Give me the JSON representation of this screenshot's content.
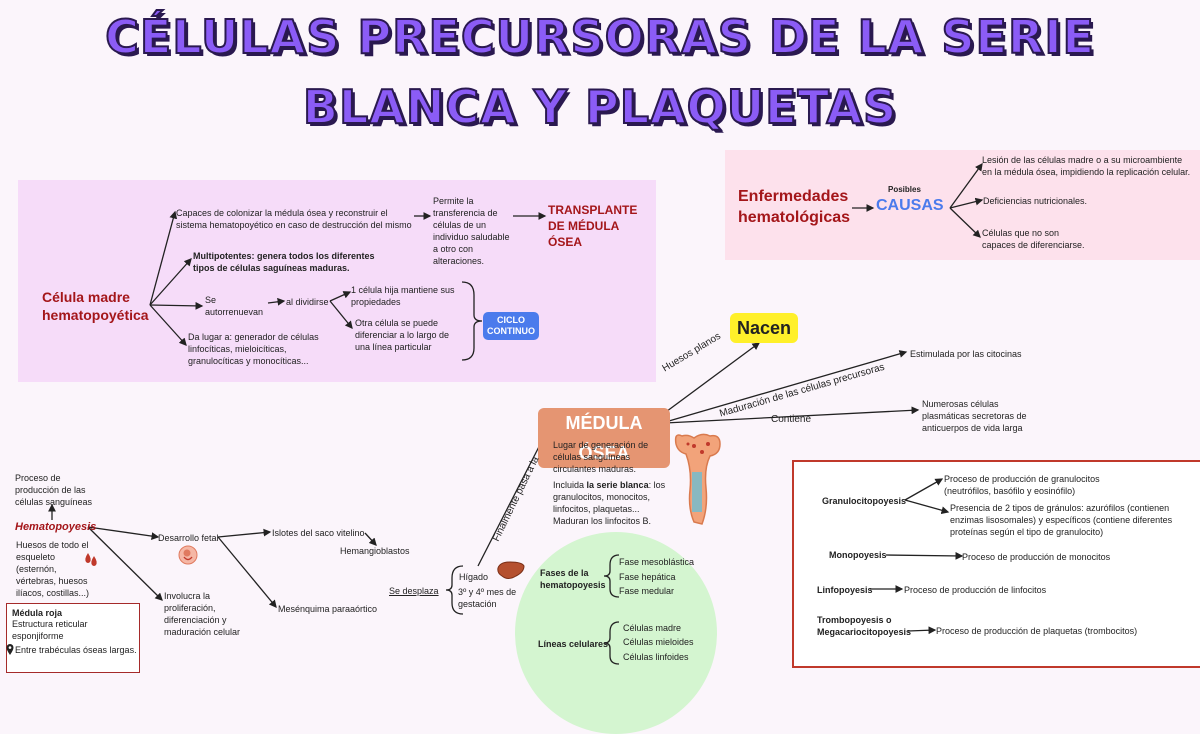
{
  "title": {
    "line1": "CÉLULAS PRECURSORAS DE LA SERIE",
    "line2": "BLANCA Y PLAQUETAS"
  },
  "stem_cell": {
    "label": "Célula madre hematopoyética",
    "colonize": "Capaces de colonizar la médula ósea y reconstruir el sistema hematopoyético en caso de destrucción del mismo",
    "transfer": "Permite la transferencia de células de un individuo saludable a otro con alteraciones.",
    "transplant": "TRANSPLANTE DE MÉDULA ÓSEA",
    "multipotent": "Multipotentes: genera todos los diferentes tipos de células saguíneas maduras.",
    "self_renew": "Se autorrenuevan",
    "on_divide": "al dividirse",
    "daughter_1": "1 célula hija mantiene sus propiedades",
    "daughter_2": "Otra célula se puede diferenciar a lo largo de una línea particular",
    "cycle": "CICLO CONTINUO",
    "gives_rise": "Da lugar a: generador de células linfocíticas, mieloicíticas, granulocíticas y monocíticas..."
  },
  "diseases": {
    "label": "Enfermedades hematológicas",
    "possible": "Posibles",
    "causes": "CAUSAS",
    "cause_1": "Lesión de las células madre o a su microambiente en la médula ósea, impidiendo la replicación celular.",
    "cause_2": "Deficiencias nutricionales.",
    "cause_3": "Células que no son capaces de diferenciarse."
  },
  "marrow": {
    "nacen": "Nacen",
    "flat_bones": "Huesos planos",
    "label": "MÉDULA ÓSEA",
    "maturation": "Maduración de las células precursoras",
    "stimulated": "Estimulada por las citocinas",
    "contains": "Contiene",
    "plasma": "Numerosas células plasmáticas secretoras de anticuerpos de vida larga",
    "finally": "Finalmente pasa a la",
    "desc_1": "Lugar de generación de células sanguíneas circulantes maduras.",
    "desc_2_pre": "Incluida ",
    "desc_2_bold": "la serie blanca",
    "desc_2_post": ": los granulocitos, monocitos, linfocitos, plaquetas...",
    "desc_3": "Maduran los linfocitos B."
  },
  "hematopoiesis": {
    "process": "Proceso de producción de las células sanguíneas",
    "label": "Hematopoyesis",
    "bones": "Huesos de todo el esqueleto (esternón, vértebras, huesos ilíacos, costillas...)",
    "red_marrow_title": "Médula roja",
    "red_marrow_desc": "Estructura reticular esponjiforme",
    "trabeculae": "Entre trabéculas óseas largas.",
    "fetal": "Desarrollo fetal",
    "involves": "Involucra la proliferación, diferenciación y maduración celular",
    "islets": "Islotes del saco vitelino",
    "hemangioblasts": "Hemangioblastos",
    "mesenchyme": "Mesénquima paraaórtico",
    "moves": "Se desplaza",
    "liver": "Hígado",
    "months": "3º y 4º mes de gestación"
  },
  "phases": {
    "title": "Fases de la hematopoyesis",
    "items": [
      "Fase mesoblástica",
      "Fase hepática",
      "Fase medular"
    ],
    "lines_title": "Líneas celulares",
    "lines": [
      "Células madre",
      "Células mieloides",
      "Células linfoides"
    ]
  },
  "poiesis": {
    "granulo": "Granulocitopoyesis",
    "granulo_1": "Proceso de producción de granulocitos (neutrófilos, basófilo y eosinófilo)",
    "granulo_2": "Presencia de 2 tipos de gránulos: azurófilos (contienen enzimas lisosomales) y específicos (contiene diferentes proteínas según el tipo de granulocito)",
    "mono": "Monopoyesis",
    "mono_1": "Proceso de producción de monocitos",
    "linfo": "Linfopoyesis",
    "linfo_1": "Proceso de producción de linfocitos",
    "trombo": "Trombopoyesis o Megacariocitopoyesis",
    "trombo_1": "Proceso de producción de plaquetas (trombocitos)"
  },
  "colors": {
    "title": "#8b5cf6",
    "dark_red": "#a4161a",
    "causes_blue": "#4b7bec",
    "marrow_orange": "#e59572",
    "nacen_yellow": "#fff02a"
  }
}
